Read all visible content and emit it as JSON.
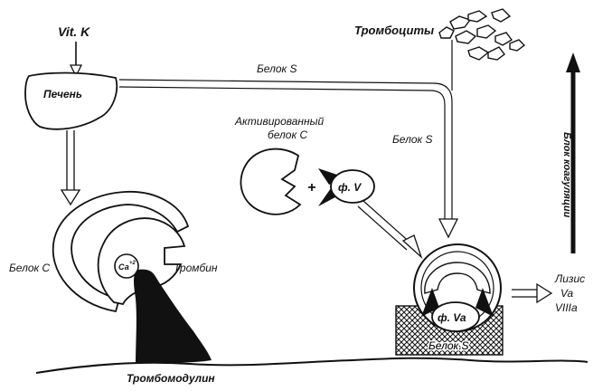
{
  "labels": {
    "vit_k": "Vit. K",
    "liver": "Печень",
    "platelets": "Тромбоциты",
    "protein_s_top": "Белок S",
    "protein_s_right": "Белок S",
    "activated_pc_line1": "Активированный",
    "activated_pc_line2": "белок С",
    "plus": "+",
    "factor_v": "ф. V",
    "protein_c": "Белок С",
    "calcium": "Са",
    "calcium_charge": "+2",
    "thrombin": "Тромбин",
    "thrombomodulin": "Тромбомодулин",
    "factor_va": "ф. Va",
    "protein_s_bottom": "Белок S",
    "coagulation_block": "Блок коагуляции",
    "lysis_line1": "Лизис",
    "lysis_line2": "Va",
    "lysis_line3": "VIIIa"
  },
  "colors": {
    "ink": "#111111",
    "background": "#ffffff",
    "crosshatch": "#111111"
  }
}
